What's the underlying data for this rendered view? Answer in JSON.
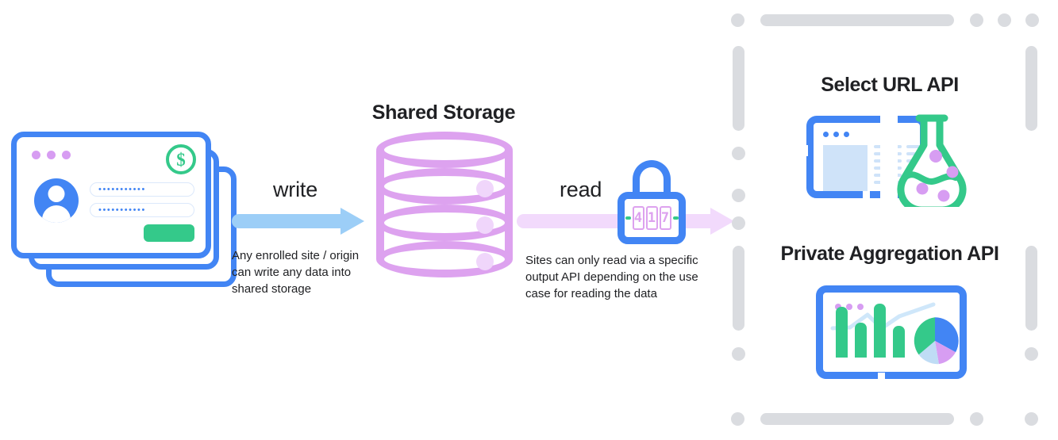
{
  "diagram": {
    "title": "Shared Storage write and read flow",
    "left": {
      "name": "stacked-site-cards",
      "dollar_symbol": "$",
      "field_value_masked": "•••••••••••",
      "cards": 3
    },
    "write_flow": {
      "label": "write",
      "caption": "Any enrolled site / origin can write any data into shared storage",
      "arrow_color": "#9ccef7"
    },
    "storage": {
      "title": "Shared Storage",
      "color": "#dda2ef",
      "bands": 3
    },
    "read_flow": {
      "label": "read",
      "caption": "Sites can only read via a specific output API depending on the use case for reading the data",
      "arrow_color": "#f2dafc"
    },
    "lock": {
      "name": "combination-padlock",
      "digits": [
        "4",
        "1",
        "7"
      ],
      "body_color": "#4285f4",
      "dial_color": "#dda2ef",
      "tick_color": "#34c98a"
    },
    "apis": {
      "border_color": "#dadce0",
      "items": [
        {
          "title": "Select URL API",
          "icon": "browser-flask-icon"
        },
        {
          "title": "Private Aggregation API",
          "icon": "browser-chart-icon"
        }
      ]
    },
    "chart_icon": {
      "bar_values": [
        64,
        44,
        68,
        40
      ],
      "bar_color": "#34c98a",
      "pie_slices": [
        {
          "color": "#34c98a",
          "share": 0.52
        },
        {
          "color": "#4285f4",
          "share": 0.18
        },
        {
          "color": "#d79df2",
          "share": 0.17
        },
        {
          "color": "#bfdcf5",
          "share": 0.13
        }
      ],
      "line_color": "#cfe7fa"
    }
  }
}
